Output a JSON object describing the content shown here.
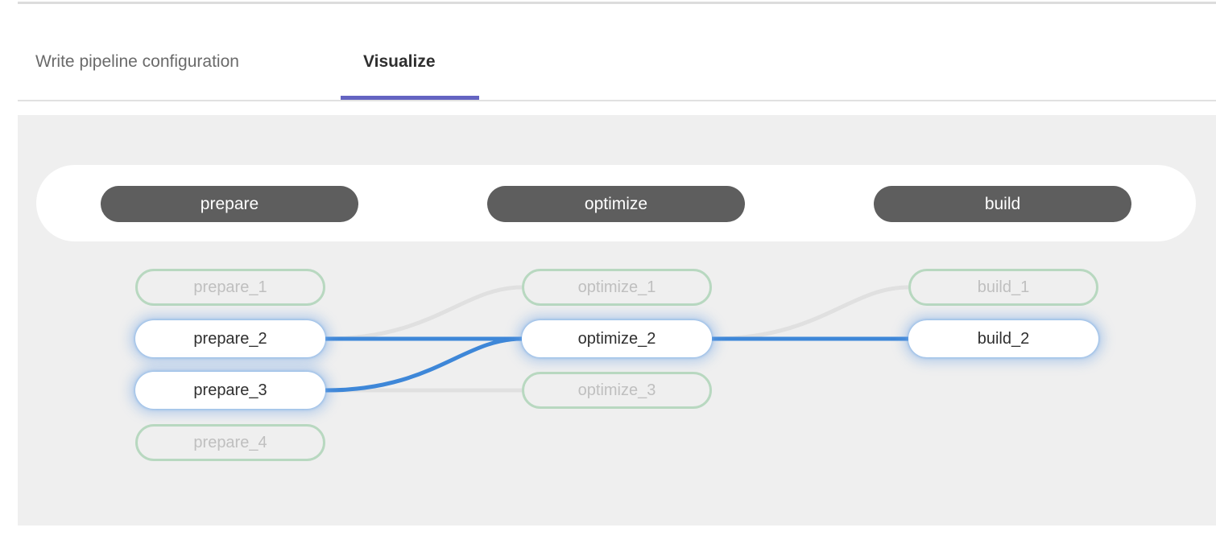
{
  "tabs": {
    "items": [
      {
        "label": "Write pipeline configuration",
        "active": false
      },
      {
        "label": "Visualize",
        "active": true
      }
    ]
  },
  "pipeline": {
    "stages": [
      {
        "name": "prepare",
        "jobs": [
          {
            "name": "prepare_1",
            "state": "faded"
          },
          {
            "name": "prepare_2",
            "state": "highlighted"
          },
          {
            "name": "prepare_3",
            "state": "highlighted"
          },
          {
            "name": "prepare_4",
            "state": "faded"
          }
        ]
      },
      {
        "name": "optimize",
        "jobs": [
          {
            "name": "optimize_1",
            "state": "faded"
          },
          {
            "name": "optimize_2",
            "state": "highlighted"
          },
          {
            "name": "optimize_3",
            "state": "faded"
          }
        ]
      },
      {
        "name": "build",
        "jobs": [
          {
            "name": "build_1",
            "state": "faded"
          },
          {
            "name": "build_2",
            "state": "highlighted"
          }
        ]
      }
    ],
    "links": [
      {
        "from": "prepare_2",
        "to": "optimize_1",
        "state": "faded"
      },
      {
        "from": "prepare_2",
        "to": "optimize_2",
        "state": "highlighted"
      },
      {
        "from": "prepare_3",
        "to": "optimize_2",
        "state": "highlighted"
      },
      {
        "from": "prepare_3",
        "to": "optimize_3",
        "state": "faded"
      },
      {
        "from": "optimize_2",
        "to": "build_1",
        "state": "faded"
      },
      {
        "from": "optimize_2",
        "to": "build_2",
        "state": "highlighted"
      }
    ]
  },
  "colors": {
    "tab_active_underline": "#6464c2",
    "stage_pill_bg": "#5e5e5e",
    "edge_highlighted": "#3e87d8",
    "edge_faded": "#e0e0e0",
    "node_faded_border": "#b8d8c0",
    "panel_bg": "#efefef"
  }
}
